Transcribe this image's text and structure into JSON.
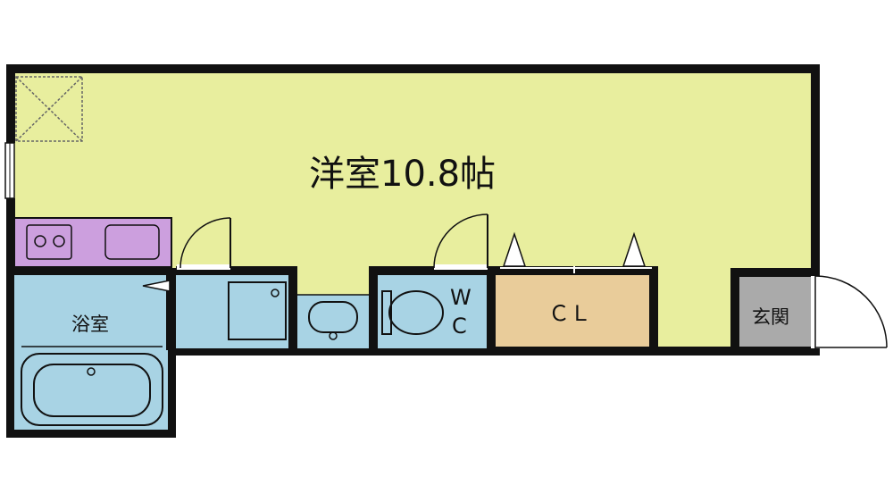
{
  "floorplan": {
    "rooms": {
      "western_room": {
        "label": "洋室10.8帖"
      },
      "bathroom": {
        "label": "浴室"
      },
      "wc": {
        "label_w": "W",
        "label_c": "C"
      },
      "closet": {
        "label": "ＣＬ"
      },
      "entrance": {
        "label": "玄関"
      }
    },
    "colors": {
      "western_room": "#e8ee9e",
      "wet_areas": "#a8d3e4",
      "kitchen": "#cc9fde",
      "closet": "#e9cc9a",
      "entrance": "#aaaaaa",
      "walls": "#111111"
    }
  }
}
